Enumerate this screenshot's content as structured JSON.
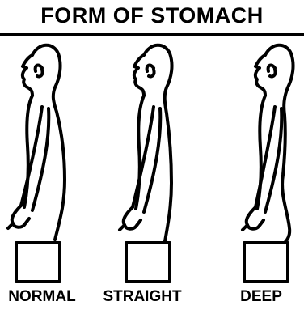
{
  "header": {
    "title": "FORM OF STOMACH"
  },
  "figures": [
    {
      "caption": "NORMAL"
    },
    {
      "caption": "STRAIGHT"
    },
    {
      "caption": "DEEP"
    }
  ]
}
